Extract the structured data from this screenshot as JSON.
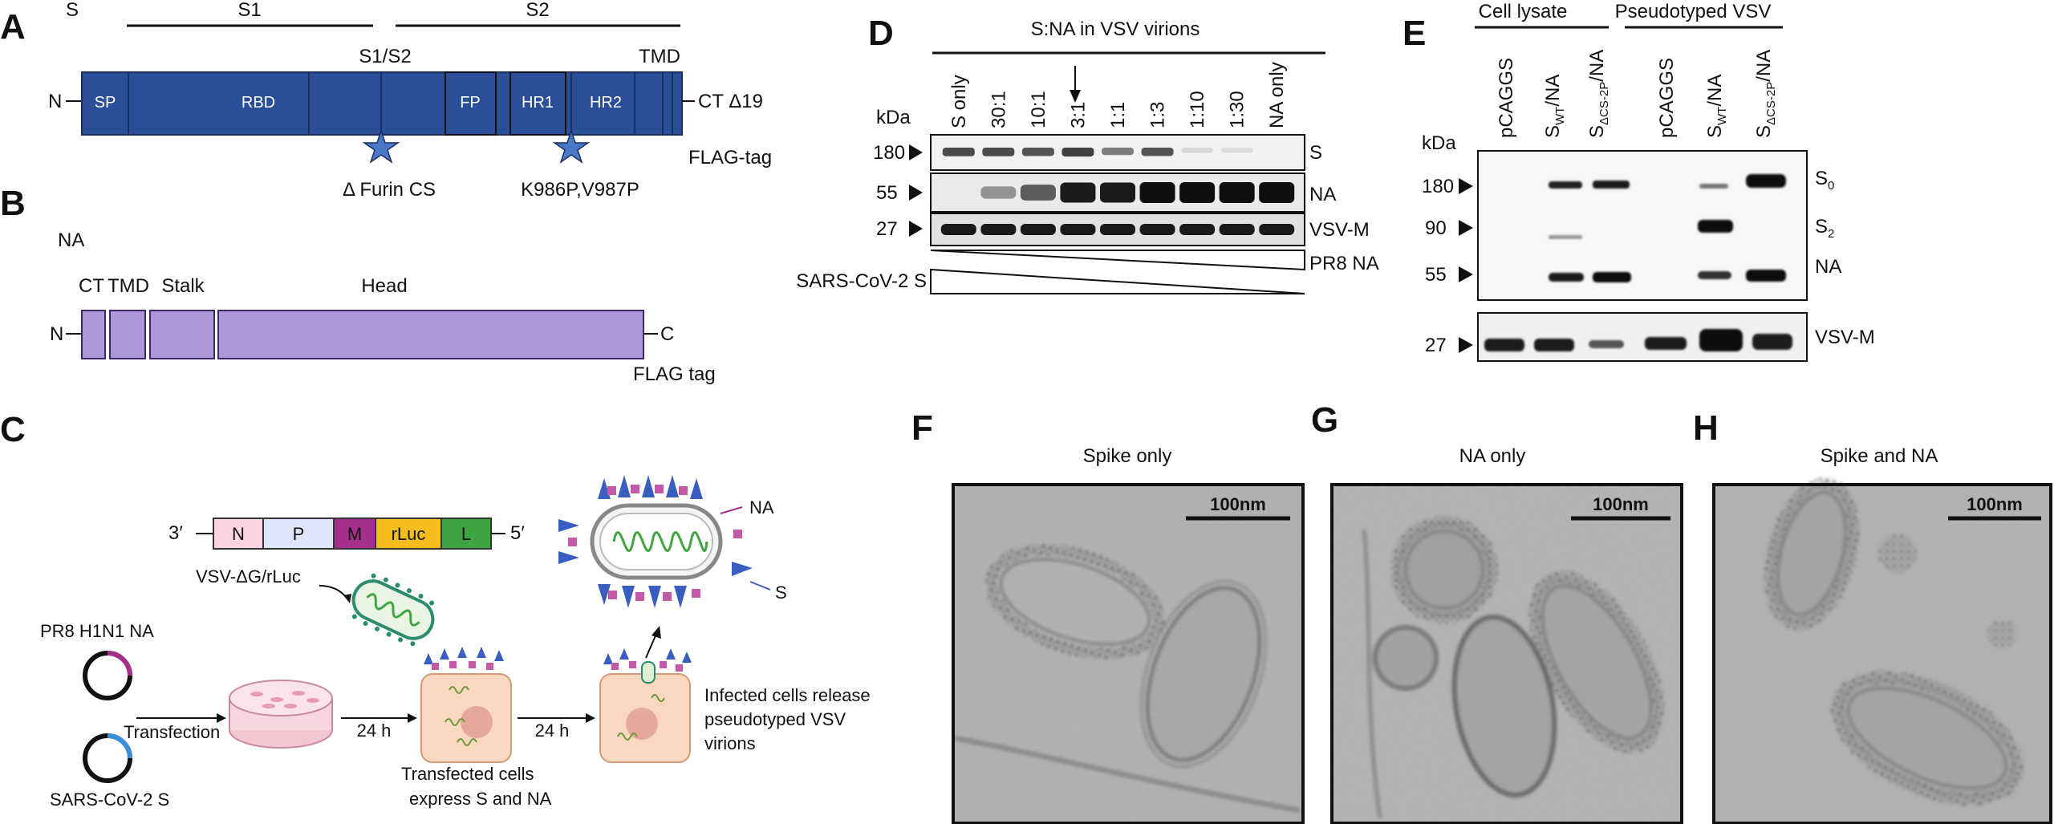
{
  "panels": {
    "A": "A",
    "B": "B",
    "C": "C",
    "D": "D",
    "E": "E",
    "F": "F",
    "G": "G",
    "H": "H"
  },
  "panelA": {
    "protein": "S",
    "s1": "S1",
    "s2": "S2",
    "cleavage": "S1/S2",
    "tmd": "TMD",
    "n_term": "N",
    "c_term": "CT Δ19",
    "flag": "FLAG-tag",
    "domains": [
      "SP",
      "RBD",
      "FP",
      "HR1",
      "HR2"
    ],
    "mut1": "Δ Furin CS",
    "mut2": "K986P,V987P",
    "color": "#2a4f98"
  },
  "panelB": {
    "protein": "NA",
    "n_term": "N",
    "c_term": "C",
    "flag": "FLAG tag",
    "domains": [
      "CT",
      "TMD",
      "Stalk",
      "Head"
    ],
    "color": "#ad97d6"
  },
  "panelC": {
    "prime3": "3′",
    "prime5": "5′",
    "genome": [
      "N",
      "P",
      "M",
      "rLuc",
      "L"
    ],
    "genome_colors": [
      "#fbd3e2",
      "#dfe6fb",
      "#a62f8c",
      "#f6bd1c",
      "#3ea542"
    ],
    "vsv_label": "VSV-ΔG/rLuc",
    "plasmid1": "PR8 H1N1 NA",
    "plasmid2": "SARS-CoV-2 S",
    "transfection": "Transfection",
    "time1": "24 h",
    "time2": "24 h",
    "transfected_label": [
      "Transfected cells",
      "express S and NA"
    ],
    "release_label": [
      "Infected cells release",
      "pseudotyped VSV",
      "virions"
    ],
    "na_label": "NA",
    "s_label": "S"
  },
  "panelD": {
    "title": "S:NA in VSV virions",
    "kda": "kDa",
    "lanes": [
      "S only",
      "30:1",
      "10:1",
      "3:1",
      "1:1",
      "1:3",
      "1:10",
      "1:30",
      "NA only"
    ],
    "markers": [
      "180",
      "55",
      "27"
    ],
    "bands": [
      "S",
      "NA",
      "VSV-M"
    ],
    "wedge1": "PR8 NA",
    "wedge2": "SARS-CoV-2 S",
    "S_intensity": [
      0.8,
      0.8,
      0.75,
      0.85,
      0.55,
      0.75,
      0.1,
      0.08,
      0.0
    ],
    "NA_intensity": [
      0.0,
      0.4,
      0.65,
      0.95,
      0.95,
      1.0,
      1.0,
      1.0,
      1.0
    ]
  },
  "panelE": {
    "group1": "Cell lysate",
    "group2": "Pseudotyped VSV",
    "kda": "kDa",
    "markers": [
      "180",
      "90",
      "55",
      "27"
    ],
    "lane_plain": "pCAGGS",
    "lane_s": "S",
    "sub_wt": "WT",
    "sub_cs": "ΔCS-2P",
    "lane_suffix": "/NA",
    "bands": {
      "s0": "S",
      "s0_sub": "0",
      "s2": "S",
      "s2_sub": "2",
      "na": "NA",
      "m": "VSV-M"
    }
  },
  "panelF": {
    "title": "Spike only",
    "scale": "100nm"
  },
  "panelG": {
    "title": "NA only",
    "scale": "100nm"
  },
  "panelH": {
    "title": "Spike and NA",
    "scale": "100nm"
  }
}
